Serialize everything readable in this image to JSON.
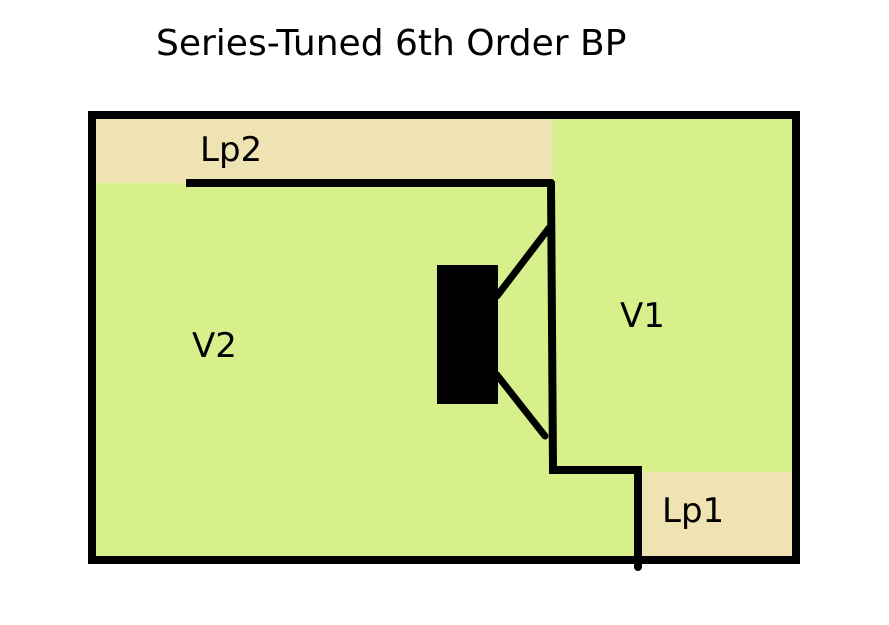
{
  "diagram": {
    "title": "Series-Tuned 6th Order BP",
    "labels": {
      "lp2": "Lp2",
      "v1": "V1",
      "v2": "V2",
      "lp1": "Lp1"
    },
    "colors": {
      "chamber": "#d8f08c",
      "port": "#efe3b3",
      "wall": "#000000",
      "background": "#ffffff"
    }
  }
}
